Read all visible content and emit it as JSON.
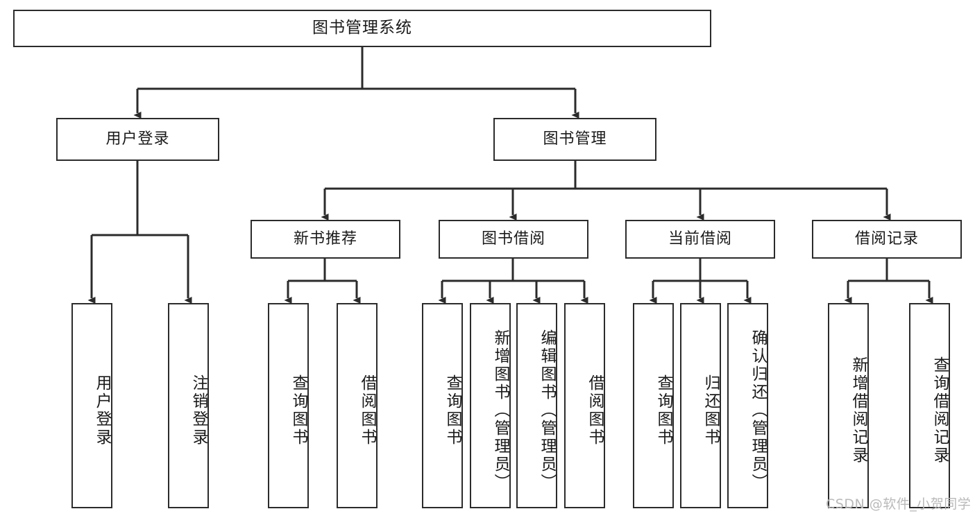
{
  "diagram": {
    "title": "图书管理系统",
    "type": "tree",
    "watermark": "CSDN @软件_小贺同学",
    "colors": {
      "stroke": "#2b2b2b",
      "fill": "#ffffff",
      "text": "#1a1a1a",
      "watermark": "#b9b9b9"
    },
    "levels": {
      "root": {
        "label": "图书管理系统"
      },
      "level2": [
        {
          "label": "用户登录"
        },
        {
          "label": "图书管理"
        }
      ],
      "level3": [
        {
          "label": "新书推荐"
        },
        {
          "label": "图书借阅"
        },
        {
          "label": "当前借阅"
        },
        {
          "label": "借阅记录"
        }
      ],
      "leaves": {
        "user_login": [
          {
            "label": "用户登录"
          },
          {
            "label": "注销登录"
          }
        ],
        "new_book": [
          {
            "label": "查询图书"
          },
          {
            "label": "借阅图书"
          }
        ],
        "book_borrow": [
          {
            "label": "查询图书"
          },
          {
            "label": "新增图书（管理员）"
          },
          {
            "label": "编辑图书（管理员）"
          },
          {
            "label": "借阅图书"
          }
        ],
        "current_borrow": [
          {
            "label": "查询图书"
          },
          {
            "label": "归还图书"
          },
          {
            "label": "确认归还（管理员）"
          }
        ],
        "borrow_record": [
          {
            "label": "新增借阅记录"
          },
          {
            "label": "查询借阅记录"
          }
        ]
      }
    }
  }
}
